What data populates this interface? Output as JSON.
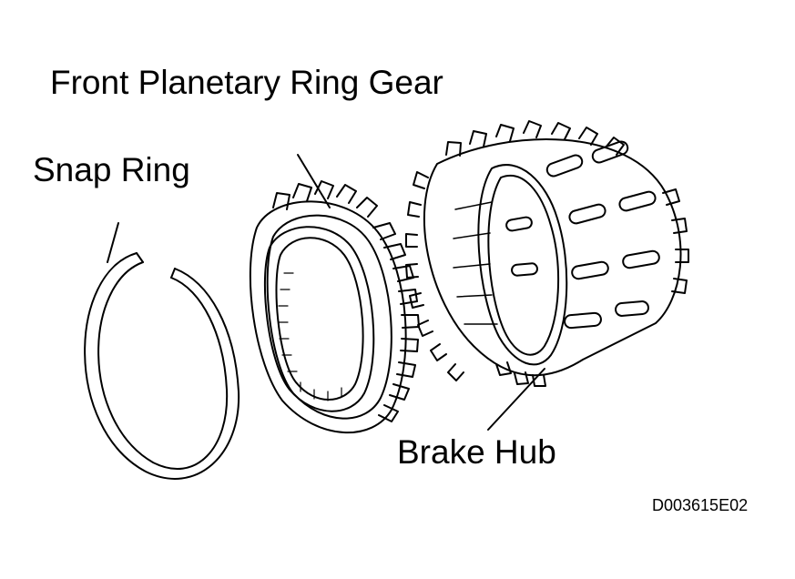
{
  "labels": {
    "ring_gear": "Front Planetary Ring Gear",
    "snap_ring": "Snap Ring",
    "brake_hub": "Brake Hub",
    "figure_id": "D003615E02"
  },
  "colors": {
    "ink": "#000000",
    "paper": "#ffffff"
  }
}
